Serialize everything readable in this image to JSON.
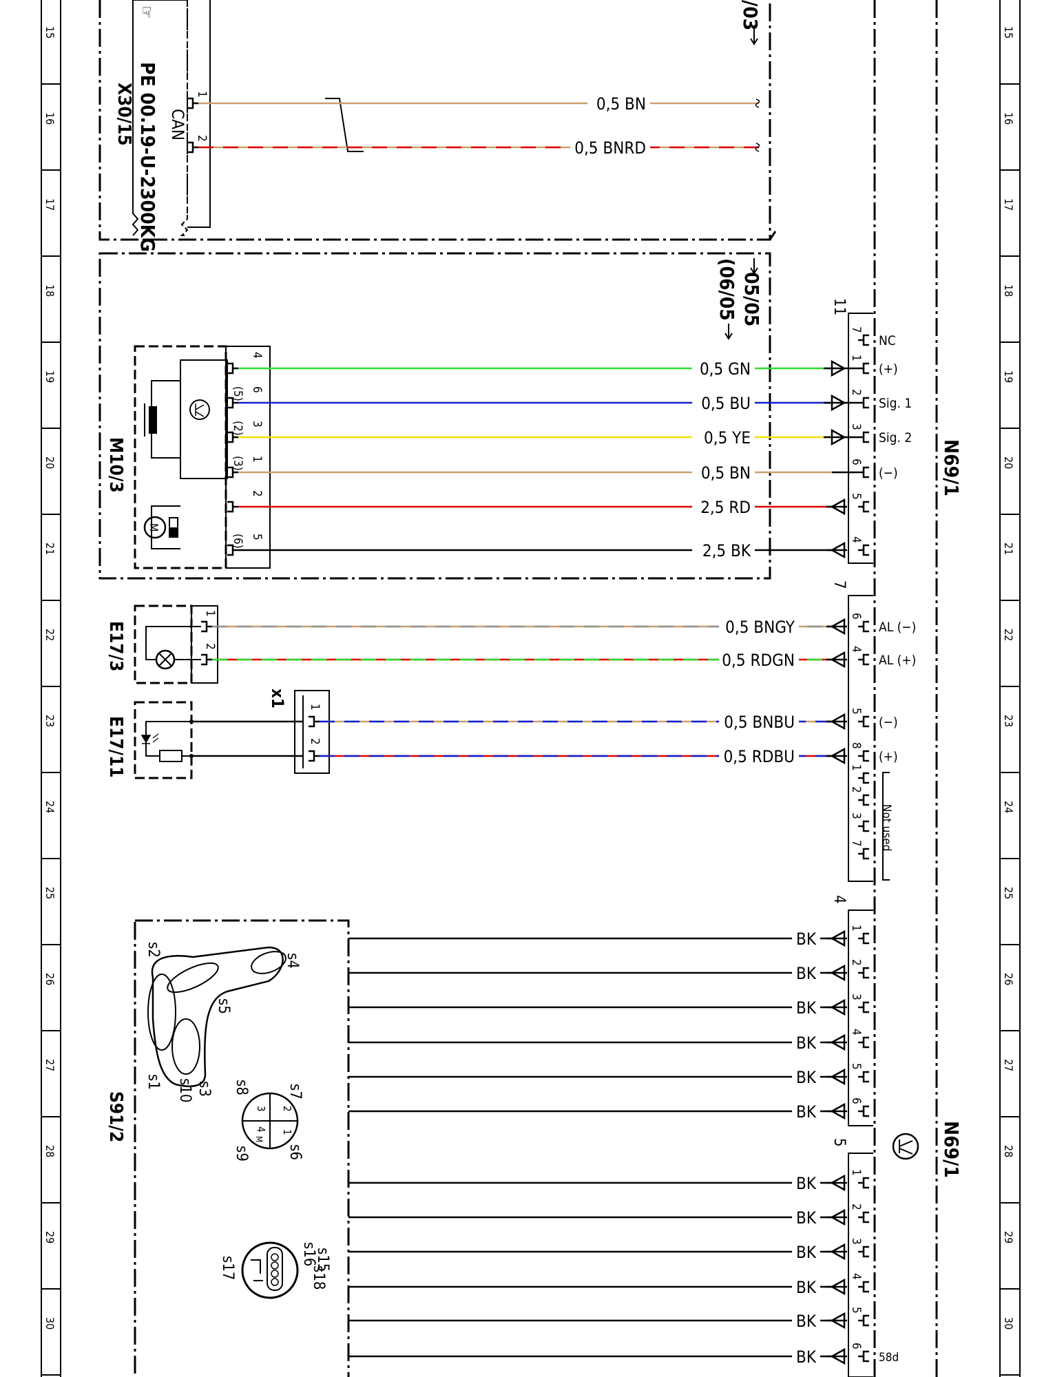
{
  "grid": {
    "left_numbers": [
      "15",
      "16",
      "17",
      "18",
      "19",
      "20",
      "21",
      "22",
      "23",
      "24",
      "25",
      "26",
      "27",
      "28",
      "29",
      "30"
    ],
    "right_numbers": [
      "15",
      "16",
      "17",
      "18",
      "19",
      "20",
      "21",
      "22",
      "23",
      "24",
      "25",
      "26",
      "27",
      "28",
      "29",
      "30"
    ]
  },
  "x30": {
    "label": "X30/15",
    "part": "PE 00.19-U-2300KG",
    "can": "CAN",
    "ref_top": "/03",
    "pins": [
      "1",
      "2"
    ],
    "wires": [
      "0,5 BN",
      "0,5 BNRD"
    ]
  },
  "m10": {
    "label": "M10/3",
    "ref1": "05/05",
    "ref2": "(06/05",
    "pins_outer": [
      "4",
      "6",
      "3",
      "1",
      "2",
      "5"
    ],
    "pins_inner": [
      "(5)",
      "(2)",
      "(3)",
      "(6)"
    ],
    "wires": [
      "0,5 GN",
      "0,5 BU",
      "0,5 YE",
      "0,5 BN",
      "2,5 RD",
      "2,5 BK"
    ]
  },
  "e17_3": {
    "label": "E17/3",
    "pins": [
      "1",
      "2"
    ],
    "wires": [
      "0,5 BNGY",
      "0,5 RDGN"
    ]
  },
  "e17_11": {
    "label": "E17/11",
    "connector": "x1",
    "pins": [
      "1",
      "2"
    ],
    "wires": [
      "0,5 BNBU",
      "0,5 RDBU"
    ]
  },
  "s91": {
    "label": "S91/2",
    "s_labels": [
      "s1",
      "s2",
      "s3",
      "s4",
      "s5",
      "s6",
      "s7",
      "s8",
      "s9",
      "s10",
      "s15",
      "s16",
      "s17",
      "s18"
    ],
    "dial_numbers": [
      "1",
      "2",
      "3",
      "4",
      "M"
    ],
    "wire_label": "BK"
  },
  "n69": {
    "label": "N69/1",
    "label2": "N69/1",
    "conn11": {
      "id": "11",
      "pins": [
        "7",
        "1",
        "2",
        "3",
        "6",
        "5",
        "4"
      ],
      "functions": [
        "NC",
        "(+)",
        "Sig. 1",
        "Sig. 2",
        "(−)"
      ]
    },
    "conn7": {
      "id": "7",
      "pins": [
        "6",
        "4",
        "5",
        "8",
        "1",
        "2",
        "3",
        "7"
      ],
      "functions": [
        "AL (−)",
        "AL (+)",
        "(−)",
        "(+)"
      ],
      "not_used": "Not used"
    },
    "conn4": {
      "id": "4",
      "pins": [
        "1",
        "2",
        "3",
        "4",
        "5",
        "6"
      ]
    },
    "conn5": {
      "id": "5",
      "pins": [
        "1",
        "2",
        "3",
        "4",
        "5",
        "6"
      ],
      "function_last": "58d"
    }
  },
  "colors": {
    "BN": "#c8a070",
    "RD": "#e00000",
    "GN": "#30dd30",
    "BU": "#1020d0",
    "YE": "#f0e000",
    "BK": "#000000",
    "GY": "#909090"
  }
}
